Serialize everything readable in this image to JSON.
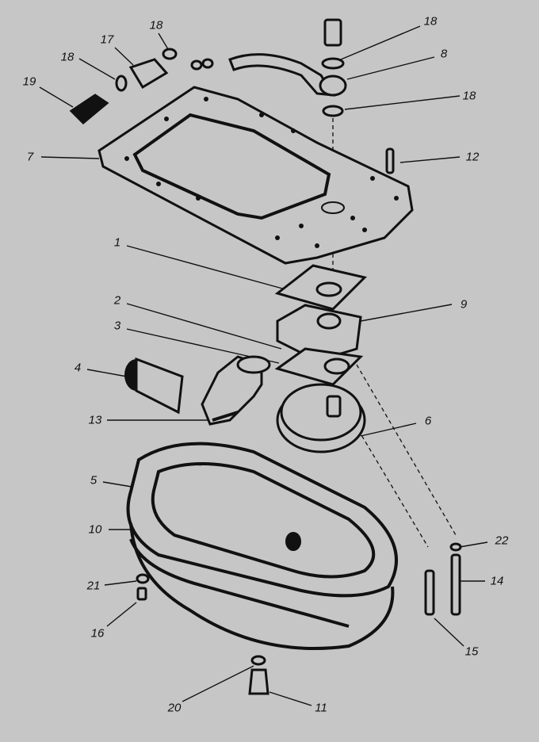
{
  "labels": {
    "l18a": "18",
    "l17": "17",
    "l18b": "18",
    "l19": "19",
    "l18c": "18",
    "l8": "8",
    "l18d": "18",
    "l7": "7",
    "l12": "12",
    "l1": "1",
    "l9": "9",
    "l2": "2",
    "l3": "3",
    "l4": "4",
    "l13": "13",
    "l6": "6",
    "l5": "5",
    "l10": "10",
    "l22": "22",
    "l21": "21",
    "l14": "14",
    "l16": "16",
    "l15": "15",
    "l20": "20",
    "l11": "11"
  },
  "colors": {
    "background": "#c6c6c6",
    "ink": "#111111"
  }
}
